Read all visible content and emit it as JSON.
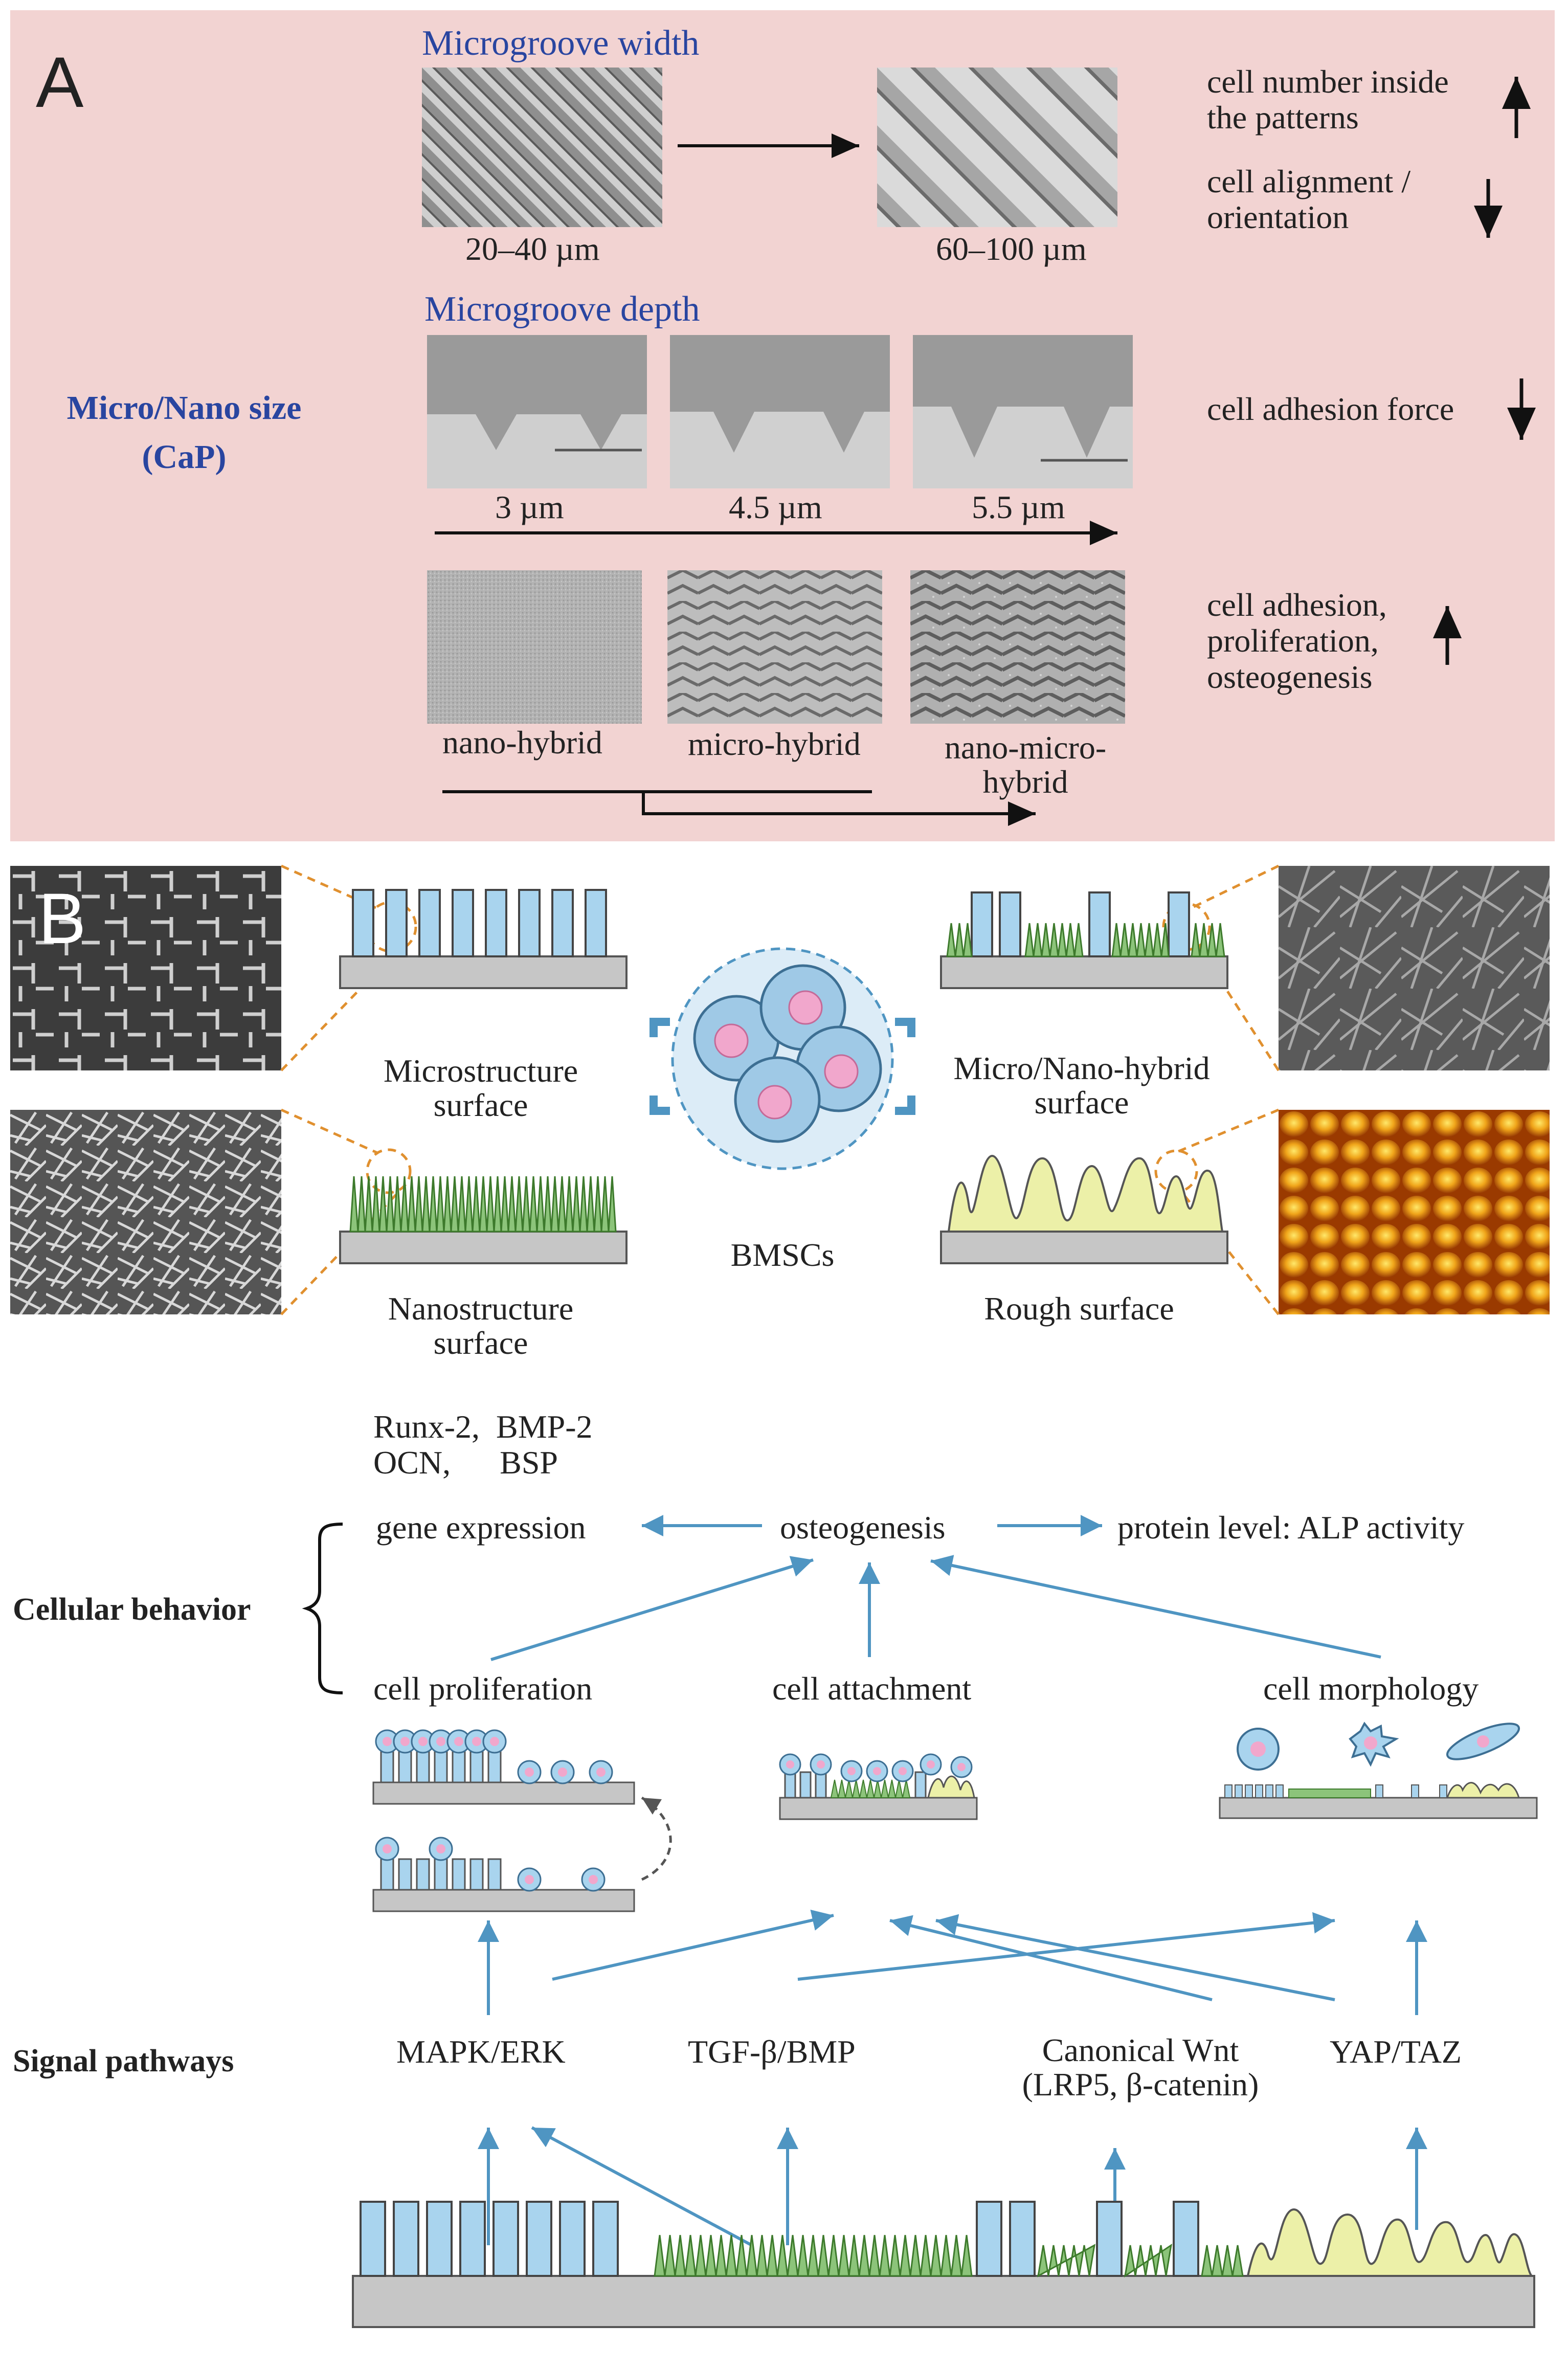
{
  "panel_a": {
    "letter": "A",
    "left_label_line1": "Micro/Nano size",
    "left_label_line2": "(CaP)",
    "width_title": "Microgroove width",
    "width_small": "20–40 µm",
    "width_large": "60–100 µm",
    "depth_title": "Microgroove depth",
    "depth_1": "3 µm",
    "depth_2": "4.5 µm",
    "depth_3": "5.5 µm",
    "hybrid_1": "nano-hybrid",
    "hybrid_2": "micro-hybrid",
    "hybrid_3_line1": "nano-micro-",
    "hybrid_3_line2": "hybrid",
    "effect_1_line1": "cell number inside",
    "effect_1_line2": "the patterns",
    "effect_1_arrow": "↑",
    "effect_2_line1": "cell alignment /",
    "effect_2_line2": "orientation",
    "effect_2_arrow": "↓",
    "effect_3": "cell adhesion force",
    "effect_3_arrow": "↓",
    "effect_4_line1": "cell adhesion,",
    "effect_4_line2": "proliferation,",
    "effect_4_line3": "osteogenesis",
    "effect_4_arrow": "↑"
  },
  "panel_b": {
    "letter": "B",
    "micro_line1": "Microstructure",
    "micro_line2": "surface",
    "hybrid_line1": "Micro/Nano-hybrid",
    "hybrid_line2": "surface",
    "nano_line1": "Nanostructure",
    "nano_line2": "surface",
    "rough": "Rough surface",
    "center": "BMSCs",
    "genes_line1": "Runx-2,  BMP-2",
    "genes_line2": "OCN,      BSP",
    "gene_expression": "gene expression",
    "osteogenesis": "osteogenesis",
    "protein_level": "protein level: ALP activity",
    "cellular_behavior": "Cellular behavior",
    "cell_proliferation": "cell proliferation",
    "cell_attachment": "cell attachment",
    "cell_morphology": "cell morphology",
    "signal_pathways": "Signal pathways",
    "mapk": "MAPK/ERK",
    "tgf": "TGF-β/BMP",
    "wnt_line1": "Canonical Wnt",
    "wnt_line2": "(LRP5, β-catenin)",
    "yap": "YAP/TAZ"
  },
  "colors": {
    "panel_a_bg": "#f2d3d2",
    "heading_blue": "#2945a0",
    "arrow_blue": "#4f95c2",
    "pillar_blue": "#a9d4ee",
    "nano_green": "#8cc47a",
    "rough_yellow": "#ecf0a8",
    "substrate_gray": "#c6c6c6",
    "dash_orange": "#e0902f"
  }
}
